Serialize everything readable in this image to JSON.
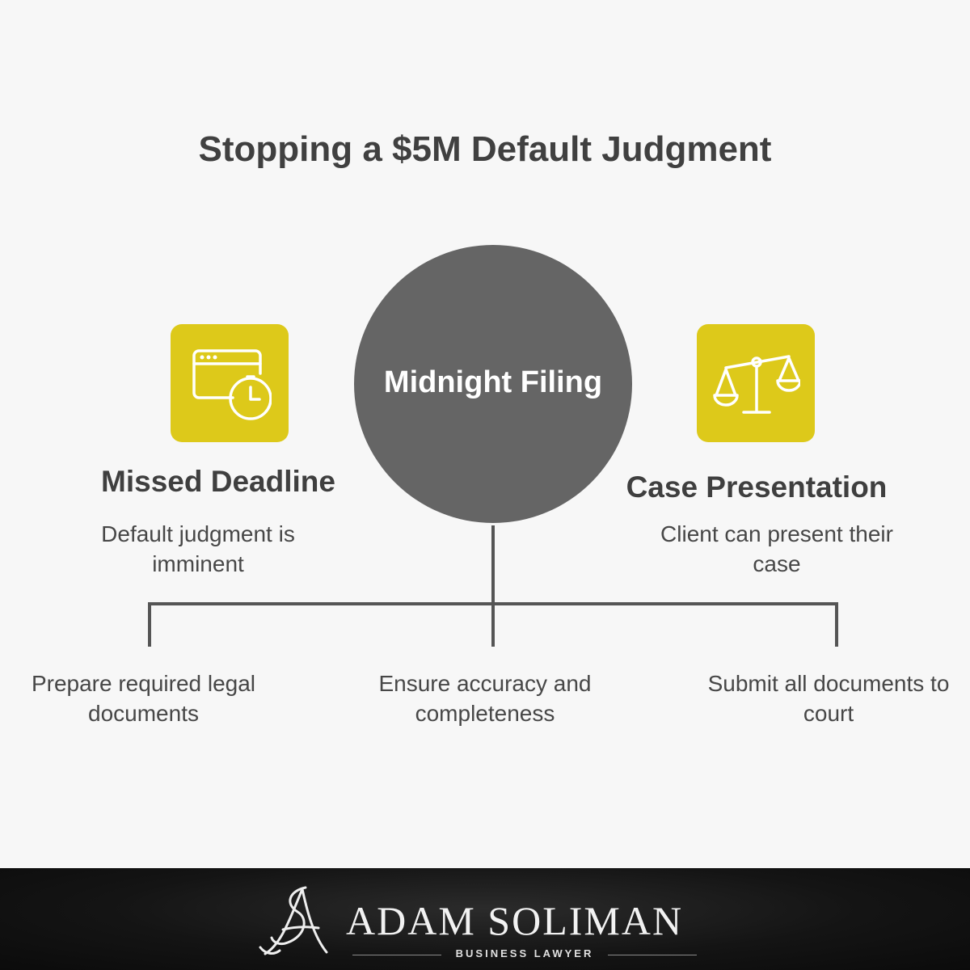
{
  "title": "Stopping a $5M Default Judgment",
  "center": {
    "label": "Midnight Filing"
  },
  "left": {
    "icon": "calendar-clock-icon",
    "heading": "Missed Deadline",
    "description": "Default judgment is imminent"
  },
  "right": {
    "icon": "scales-of-justice-icon",
    "heading": "Case Presentation",
    "description": "Client can present their case"
  },
  "steps": [
    "Prepare required legal documents",
    "Ensure accuracy and completeness",
    "Submit all documents to court"
  ],
  "brand": {
    "name": "ADAM SOLIMAN",
    "tagline": "BUSINESS LAWYER",
    "monogram": "AS"
  },
  "colors": {
    "accent": "#ddc91a",
    "circle": "#656565",
    "text": "#404040",
    "footer": "#141414"
  }
}
